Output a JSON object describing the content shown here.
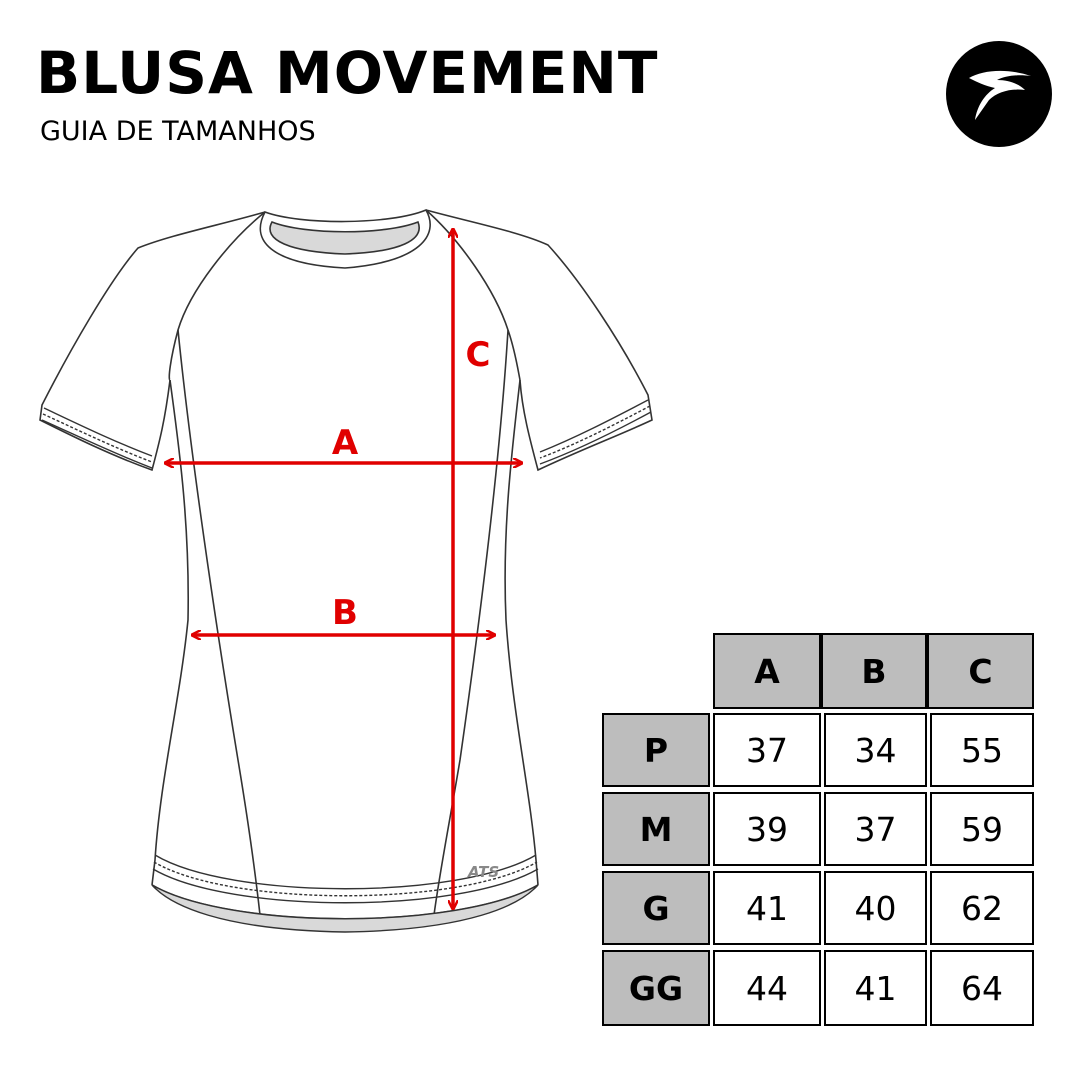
{
  "header": {
    "title": "BLUSA MOVEMENT",
    "subtitle": "GUIA DE TAMANHOS"
  },
  "logo": {
    "icon": "bird-swoosh-logo-icon",
    "color": "#000000"
  },
  "illustration": {
    "labels": {
      "a": "A",
      "b": "B",
      "c": "C"
    },
    "brand_tag": "ATS",
    "arrow_color": "#e00000"
  },
  "size_table": {
    "columns": [
      "A",
      "B",
      "C"
    ],
    "rows": [
      {
        "size": "P",
        "values": [
          "37",
          "34",
          "55"
        ]
      },
      {
        "size": "M",
        "values": [
          "39",
          "37",
          "59"
        ]
      },
      {
        "size": "G",
        "values": [
          "41",
          "40",
          "62"
        ]
      },
      {
        "size": "GG",
        "values": [
          "44",
          "41",
          "64"
        ]
      }
    ],
    "header_bg": "#bdbdbd"
  }
}
